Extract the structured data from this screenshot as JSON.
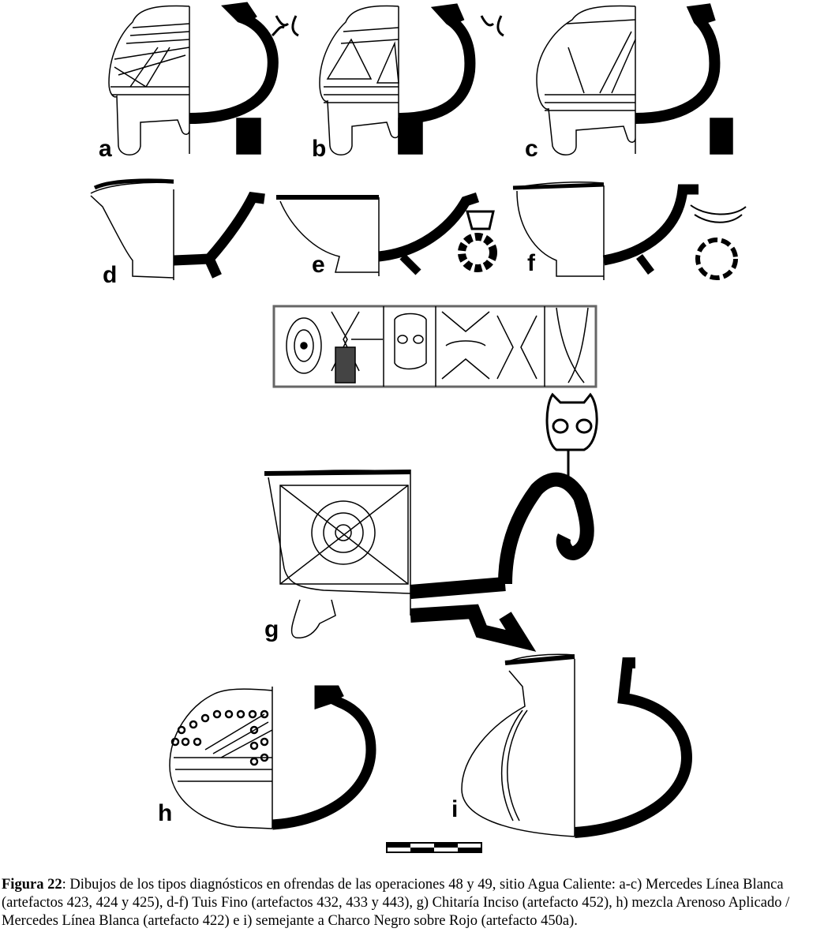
{
  "figure": {
    "panel_labels": [
      "a",
      "b",
      "c",
      "d",
      "e",
      "f",
      "g",
      "h",
      "i"
    ]
  },
  "caption": {
    "label": "Figura 22",
    "text": ": Dibujos de los tipos diagnósticos en ofrendas de las operaciones 48 y 49, sitio Agua Caliente: a-c) Mercedes Línea Blanca (artefactos 423, 424 y 425), d-f) Tuis Fino (artefactos 432, 433 y 443), g) Chitaría Inciso (artefacto 452), h) mezcla Arenoso Aplicado / Mercedes Línea Blanca (artefacto 422) e i) semejante a Charco Negro sobre Rojo (artefacto 450a)."
  }
}
